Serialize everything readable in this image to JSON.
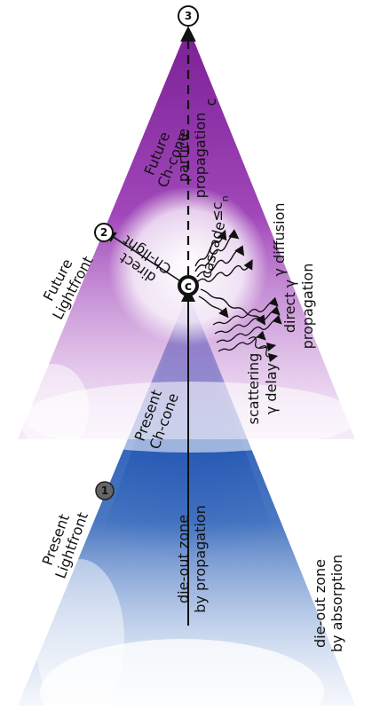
{
  "colors": {
    "blue_cone": "#0a3fa8",
    "purple_cone": "#8a2aa3",
    "ink": "#111111",
    "marker_grey": "#666666"
  },
  "labels": {
    "future_ch_cone": [
      "Future",
      "Ch-cone"
    ],
    "particle_propagation": [
      "particle",
      "propagation"
    ],
    "c": "c",
    "le_cn": "≤c",
    "le_cn_sub": "n",
    "cascade": "cascade",
    "direct_ch_light": [
      "direct",
      "Ch-light"
    ],
    "gamma_diffusion": "γ diffusion",
    "direct_gamma": [
      "direct γ",
      "propagation"
    ],
    "scattering": [
      "scattering",
      "γ delay"
    ],
    "future_lightfront": [
      "Future",
      "Lightfront"
    ],
    "present_ch_cone": [
      "Present",
      "Ch-cone"
    ],
    "present_lightfront": [
      "Present",
      "Lightfront"
    ],
    "dieout_propagation": [
      "die-out zone",
      "by propagation"
    ],
    "dieout_absorption": [
      "die-out zone",
      "by absorption"
    ]
  },
  "markers": {
    "m1": "1",
    "m2": "2",
    "m3": "3",
    "mc": "c"
  }
}
